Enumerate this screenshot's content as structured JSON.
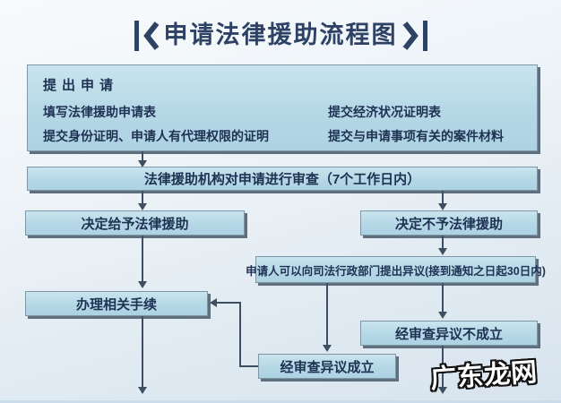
{
  "title": "申请法律援助流程图",
  "boxes": {
    "apply": {
      "heading": "提出申请",
      "left_items": [
        "填写法律援助申请表",
        "提交身份证明、申请人有代理权限的证明"
      ],
      "right_items": [
        "提交经济状况证明表",
        "提交与申请事项有关的案件材料"
      ]
    },
    "review": "法律援助机构对申请进行审查（7个工作日内）",
    "grant": "决定给予法律援助",
    "deny": "决定不予法律援助",
    "objection": "申请人可以向司法行政部门提出异议(接到通知之日起30日内)",
    "procedure": "办理相关手续",
    "objection_rejected": "经审查异议不成立",
    "objection_upheld": "经审查异议成立"
  },
  "watermark": "广东龙网",
  "colors": {
    "box_fill": "#b5d8e6",
    "box_border": "#7e96a6",
    "box_shadow": "#5f6f7d",
    "text": "#1e3152",
    "line": "#3f4f63",
    "title": "#2e4265",
    "background_top": "#f8fbfd",
    "background_bottom": "#d7e3ee"
  }
}
